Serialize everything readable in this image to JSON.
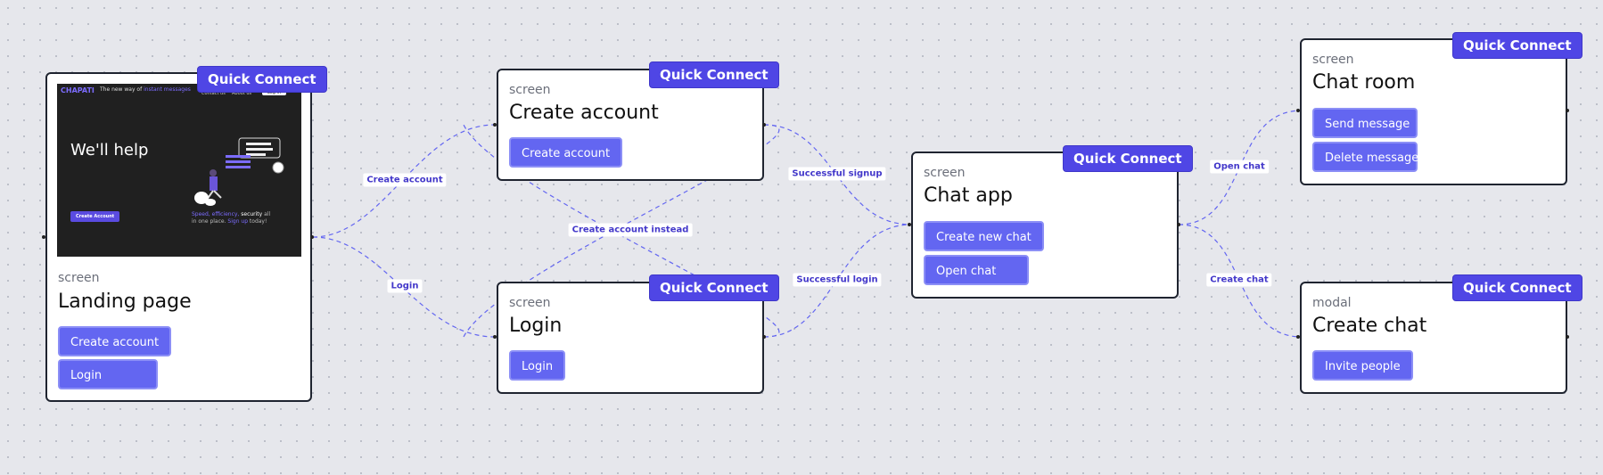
{
  "edge_color": "#6366f1",
  "accent": "#4f46e5",
  "quick_connect_label": "Quick Connect",
  "nodes": {
    "landing": {
      "kind": "screen",
      "title": "Landing page",
      "buttons": [
        "Create account",
        "Login"
      ],
      "preview": {
        "brand": "CHAPATI",
        "tagline_start": "The new way of ",
        "tagline_end": "instant messages",
        "nav": [
          "Contact us",
          "About us"
        ],
        "login": "Log in",
        "headline": "We'll help",
        "cta": "Create Account",
        "blurb_line1_a": "Speed, efficiency, ",
        "blurb_line1_b": "security",
        "blurb_line1_c": " all",
        "blurb_line2_a": "in one place. ",
        "blurb_line2_b": "Sign up",
        "blurb_line2_c": " today!"
      }
    },
    "create_account": {
      "kind": "screen",
      "title": "Create account",
      "buttons": [
        "Create account"
      ]
    },
    "login": {
      "kind": "screen",
      "title": "Login",
      "buttons": [
        "Login"
      ]
    },
    "chat_app": {
      "kind": "screen",
      "title": "Chat app",
      "buttons": [
        "Create new chat",
        "Open chat"
      ]
    },
    "chat_room": {
      "kind": "screen",
      "title": "Chat room",
      "buttons": [
        "Send message",
        "Delete message"
      ]
    },
    "create_chat": {
      "kind": "modal",
      "title": "Create chat",
      "buttons": [
        "Invite people"
      ]
    }
  },
  "edges": {
    "create_account": "Create account",
    "login": "Login",
    "create_account_instead": "Create account instead",
    "successful_signup": "Successful signup",
    "successful_login": "Successful login",
    "open_chat": "Open chat",
    "create_chat": "Create chat"
  }
}
